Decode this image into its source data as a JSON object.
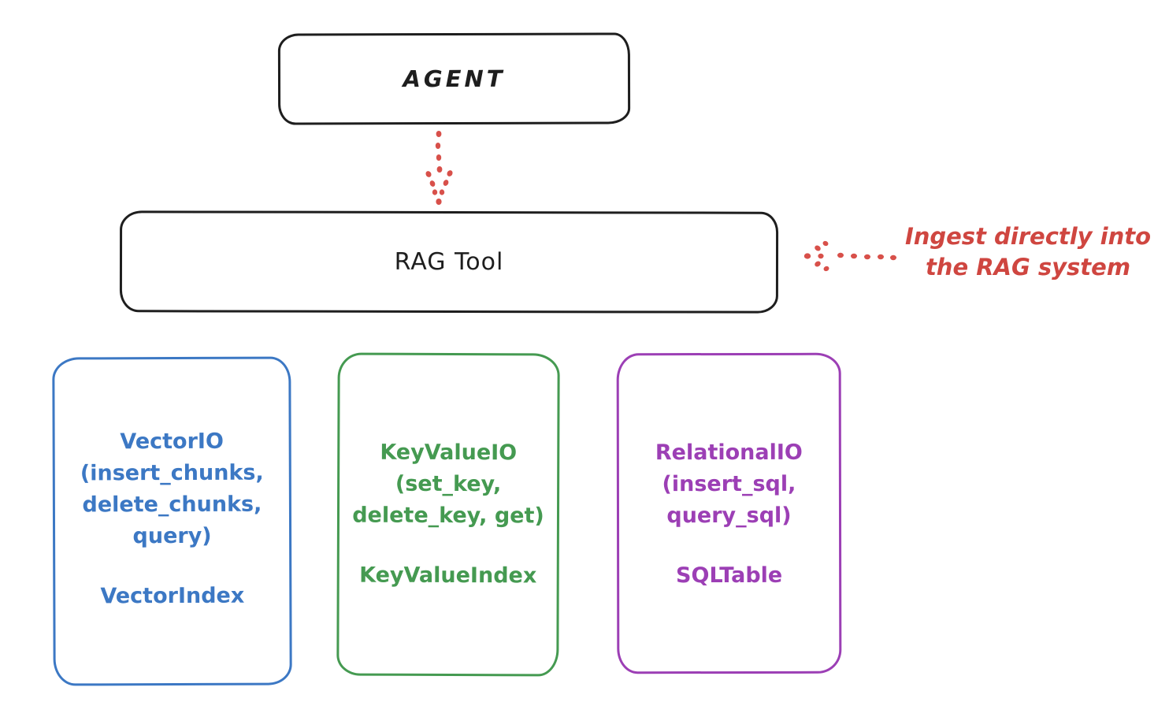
{
  "colors": {
    "ink": "#1e1e1e",
    "red": "#cf4640",
    "blue": "#3c78c4",
    "green": "#459a51",
    "purple": "#9c3fb5",
    "background": "#ffffff"
  },
  "agent": {
    "label": "AGENT"
  },
  "rag_tool": {
    "label": "RAG Tool"
  },
  "annotation": {
    "line1": "Ingest directly into",
    "line2": "the RAG system"
  },
  "boxes": {
    "vector": {
      "title": "VectorIO",
      "params": [
        "(insert_chunks,",
        "delete_chunks,",
        "query)"
      ],
      "index": "VectorIndex"
    },
    "keyvalue": {
      "title": "KeyValueIO",
      "params": [
        "(set_key,",
        "delete_key, get)"
      ],
      "index": "KeyValueIndex"
    },
    "relational": {
      "title": "RelationalIO",
      "params": [
        "(insert_sql,",
        "query_sql)"
      ],
      "index": "SQLTable"
    }
  }
}
